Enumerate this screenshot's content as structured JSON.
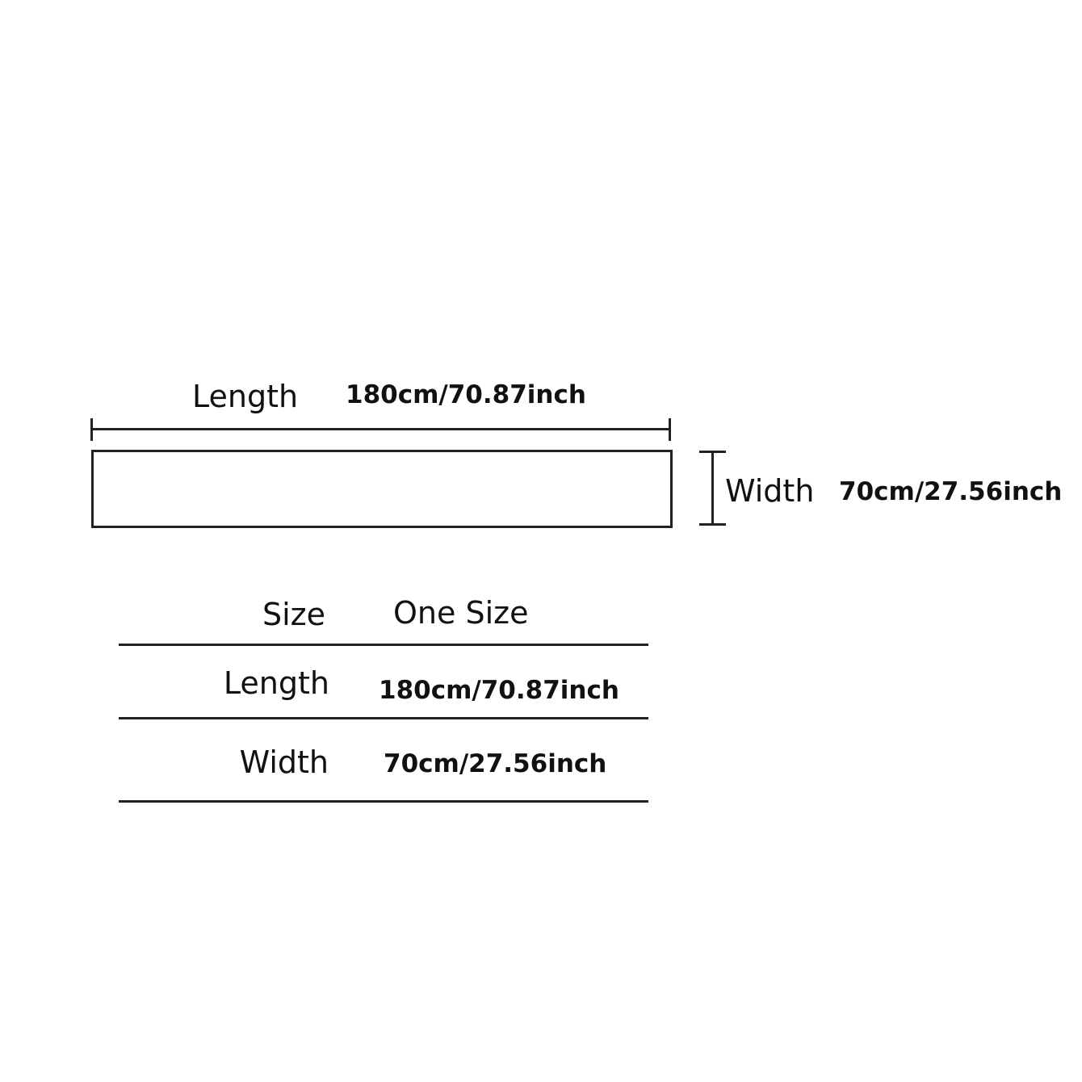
{
  "diagram": {
    "length_label": "Length",
    "length_value": "180cm/70.87inch",
    "width_label": "Width",
    "width_value": "70cm/27.56inch"
  },
  "table": {
    "header": {
      "label": "Size",
      "value": "One Size"
    },
    "rows": [
      {
        "label": "Length",
        "value": "180cm/70.87inch"
      },
      {
        "label": "Width",
        "value": "70cm/27.56inch"
      }
    ]
  }
}
